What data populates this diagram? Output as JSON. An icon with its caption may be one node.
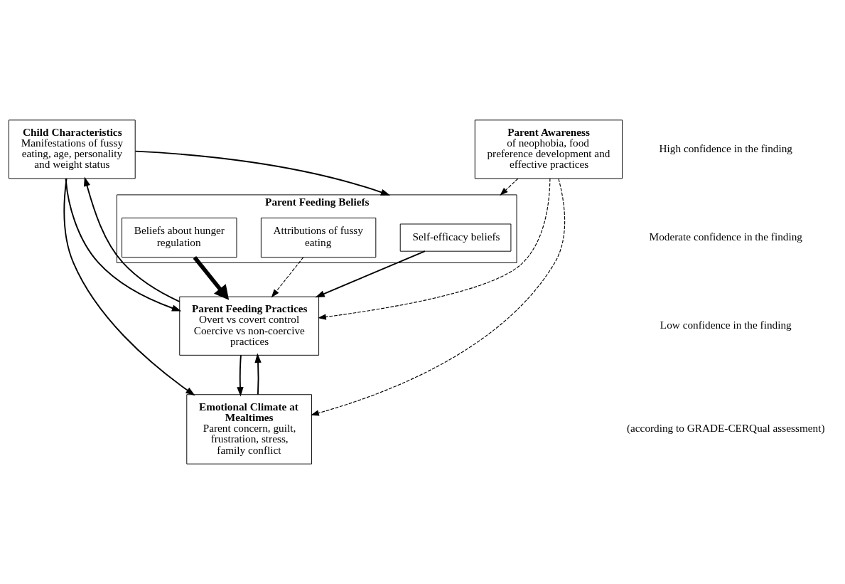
{
  "diagram": {
    "nodes": [
      {
        "text": [
          "Child Characteristics",
          "Manifestations of fussy eating, age, personality and weight status"
        ]
      },
      {
        "text": [
          "Parent Feeding Beliefs"
        ]
      },
      {
        "text": [
          "Self-efficacy beliefs"
        ],
        "in": 1
      },
      {
        "text": [
          "Attributions of fussy eating"
        ],
        "in": 1
      },
      {
        "text": [
          "Beliefs about hunger regulation"
        ],
        "in": 1
      },
      {
        "text": [
          "Parent Feeding Practices",
          "Overt vs covert control",
          "Coercive vs non-coercive practices"
        ]
      },
      {
        "text": [
          "Emotional Climate at Mealtimes",
          "Parent concern, guilt, frustration, stress, family conflict"
        ]
      },
      {
        "text": [
          "Parent Awareness",
          "of neophobia, food preference development and effective practices"
        ]
      }
    ],
    "edges": [
      {
        "from": 0,
        "to": 1,
        "arrow": "to"
      },
      {
        "from": 0,
        "to": 5,
        "arrow": "to"
      },
      {
        "from": 5,
        "to": 0,
        "arrow": "to"
      },
      {
        "from": 0,
        "to": 6,
        "arrow": "to"
      },
      {
        "from": 2,
        "to": 5,
        "arrow": "to"
      },
      {
        "from": 3,
        "to": 5,
        "arrow": "to",
        "style": "dashed"
      },
      {
        "from": 4,
        "to": 5,
        "arrow": "to",
        "style": "thick"
      },
      {
        "from": 5,
        "to": 6,
        "arrow": "to"
      },
      {
        "from": 6,
        "to": 5,
        "arrow": "to"
      },
      {
        "from": 7,
        "to": 1,
        "arrow": "to",
        "style": "dashed"
      },
      {
        "from": 7,
        "to": 5,
        "arrow": "to",
        "style": "dashed"
      },
      {
        "from": 7,
        "to": 6,
        "arrow": "to",
        "style": "dashed"
      }
    ],
    "labels": [
      "(according to GRADE-CERQual assessment)"
    ],
    "legend": [
      {
        "text": "High confidence in the finding"
      },
      {
        "text": "Moderate confidence in the finding"
      },
      {
        "text": "Low confidence in the finding"
      }
    ]
  }
}
